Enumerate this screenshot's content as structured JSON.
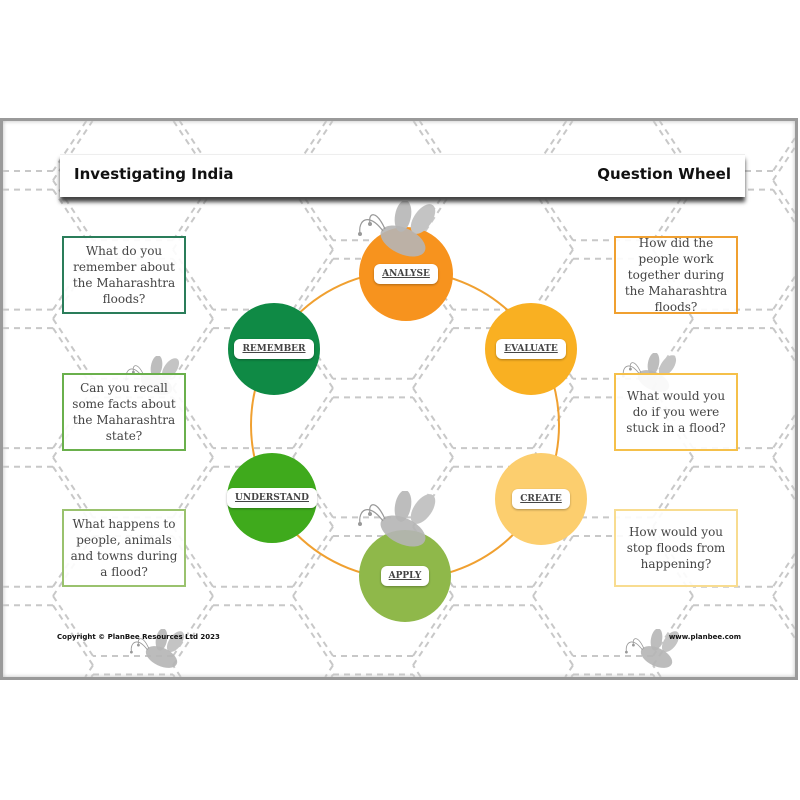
{
  "header": {
    "title": "Investigating India",
    "subtitle": "Question Wheel"
  },
  "wheel": [
    {
      "label": "ANALYSE",
      "color": "#f7931e"
    },
    {
      "label": "EVALUATE",
      "color": "#f9b022"
    },
    {
      "label": "CREATE",
      "color": "#fcce6e"
    },
    {
      "label": "APPLY",
      "color": "#8fb84a"
    },
    {
      "label": "UNDERSTAND",
      "color": "#3faa1c"
    },
    {
      "label": "REMEMBER",
      "color": "#0f8a45"
    }
  ],
  "ring_color": "#f0a030",
  "questions_left": [
    {
      "text": "What do you remember about the Maharashtra floods?",
      "color": "#2a7d5a"
    },
    {
      "text": "Can you recall some facts about the Maharashtra state?",
      "color": "#6ab04c"
    },
    {
      "text": "What happens to people, animals and towns during a flood?",
      "color": "#9ac26e"
    }
  ],
  "questions_right": [
    {
      "text": "How did the people work together during the Maharashtra floods?",
      "color": "#f0a030"
    },
    {
      "text": "What would you do if you were stuck in a flood?",
      "color": "#f5c04a"
    },
    {
      "text": "How would you stop floods from happening?",
      "color": "#f8dc90"
    }
  ],
  "footer": {
    "copyright": "Copyright © PlanBee Resources Ltd 2023",
    "website": "www.planbee.com"
  }
}
